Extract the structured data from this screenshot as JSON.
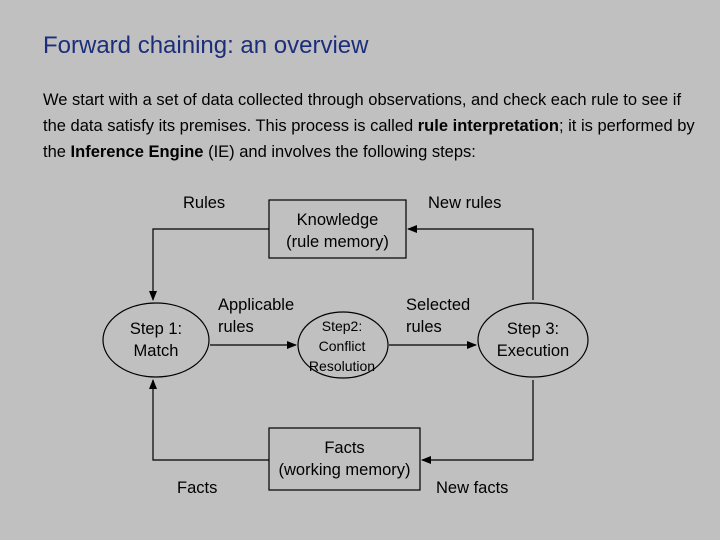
{
  "slide": {
    "title": "Forward chaining: an overview",
    "intro": {
      "p1": "We start with a set of data collected through observations, and check each rule to see if the data satisfy its premises. This process is called ",
      "b1": "rule interpretation",
      "p2": "; it is performed by the ",
      "b2": "Inference Engine",
      "p3": " (IE) and involves the following steps:"
    }
  },
  "diagram": {
    "rules": "Rules",
    "knowledge_1": "Knowledge",
    "knowledge_2": "(rule memory)",
    "new_rules": "New rules",
    "step1_1": "Step 1:",
    "step1_2": "Match",
    "applicable_1": "Applicable",
    "applicable_2": "rules",
    "step2_1": "Step2:",
    "step2_2": "Conflict",
    "step2_3": "Resolution",
    "selected_1": "Selected",
    "selected_2": "rules",
    "step3_1": "Step 3:",
    "step3_2": "Execution",
    "facts_left": "Facts",
    "facts_center_1": "Facts",
    "facts_center_2": "(working memory)",
    "new_facts": "New facts"
  }
}
